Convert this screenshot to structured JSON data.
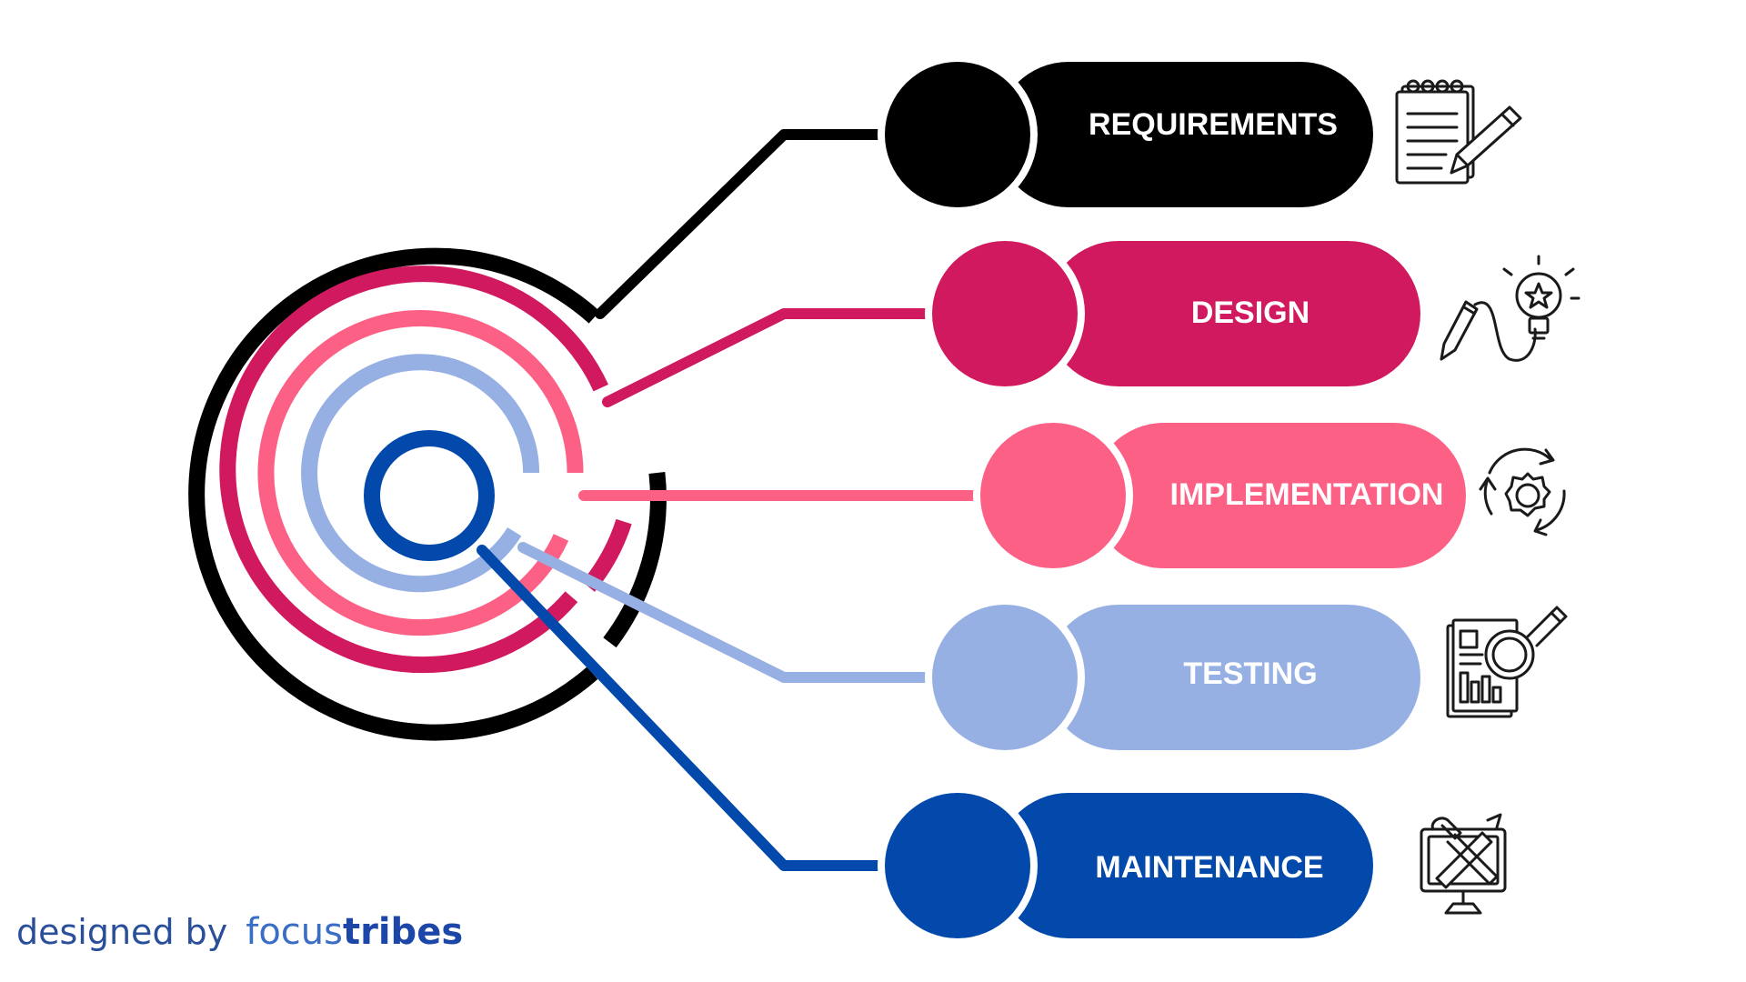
{
  "colors": {
    "requirements": "#000000",
    "design": "#d1195f",
    "implementation": "#fd6085",
    "testing": "#97b0e4",
    "maintenance": "#0249ab"
  },
  "stages": [
    {
      "label": "REQUIREMENTS",
      "color_key": "requirements",
      "icon": "notepad-pencil-icon"
    },
    {
      "label": "DESIGN",
      "color_key": "design",
      "icon": "pencil-lightbulb-icon"
    },
    {
      "label": "IMPLEMENTATION",
      "color_key": "implementation",
      "icon": "gear-cycle-icon"
    },
    {
      "label": "TESTING",
      "color_key": "testing",
      "icon": "report-magnifier-icon"
    },
    {
      "label": "MAINTENANCE",
      "color_key": "maintenance",
      "icon": "monitor-tools-icon"
    }
  ],
  "credit": {
    "prefix": "designed by",
    "brand_light": "focus",
    "brand_bold": "tribes"
  }
}
